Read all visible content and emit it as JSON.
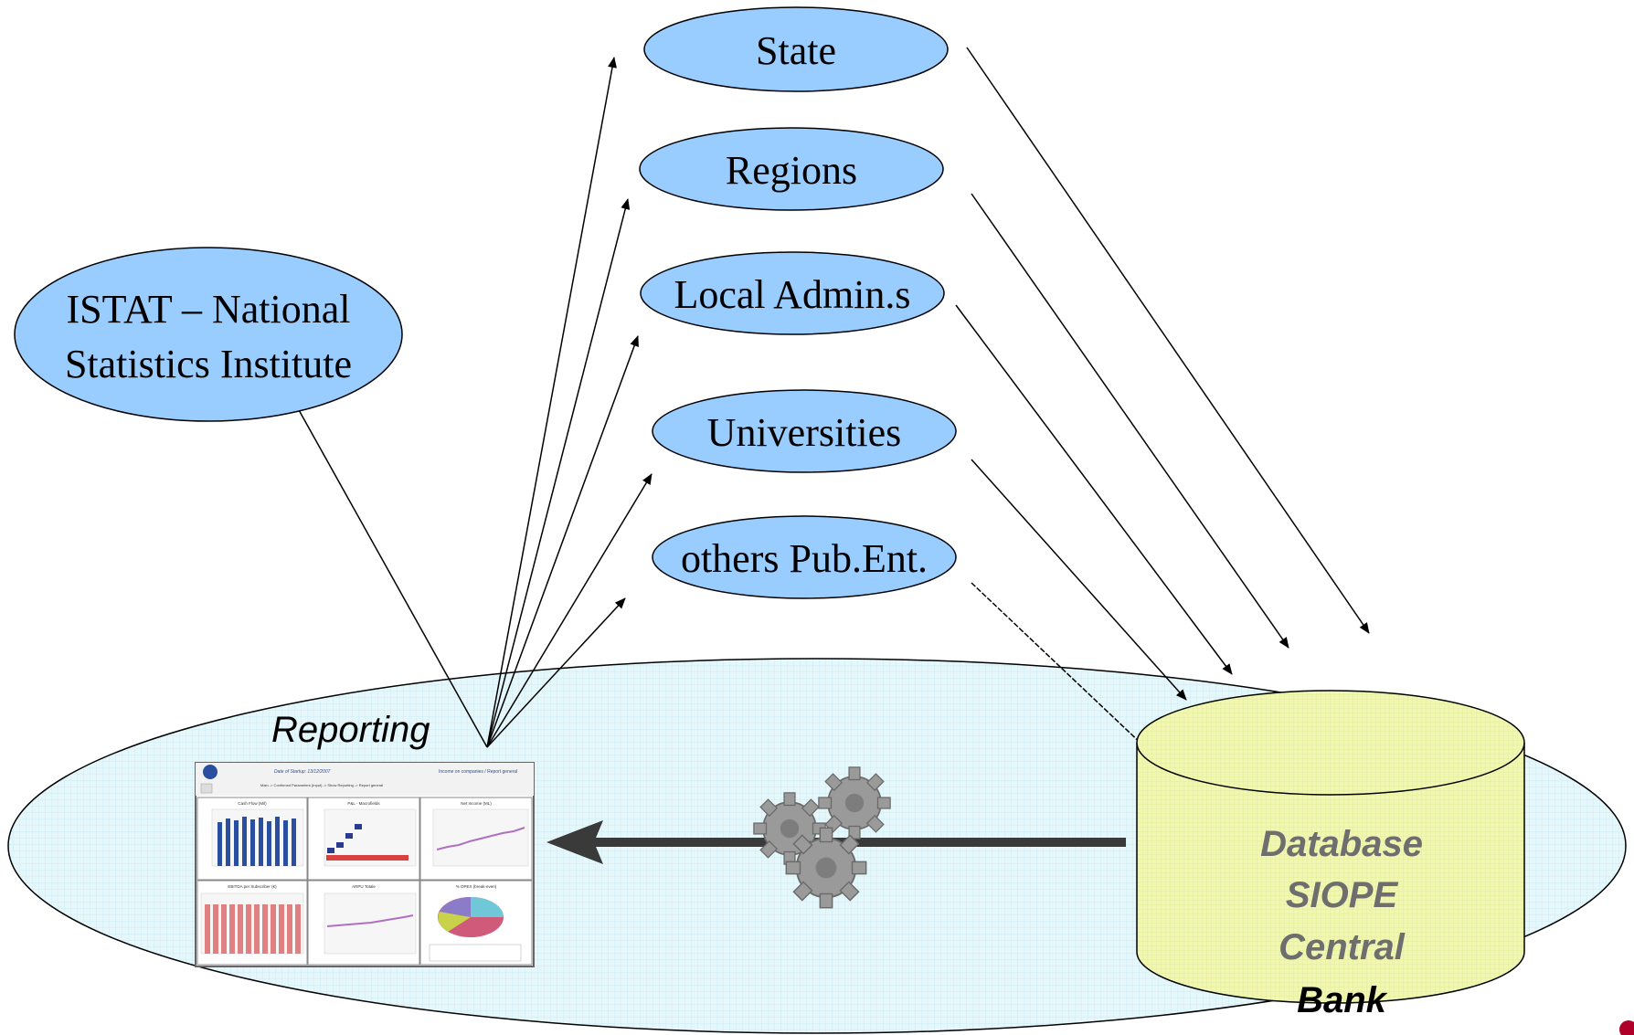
{
  "colors": {
    "node_fill": "#99ccff",
    "platform_fill": "#e6f7fb",
    "database_fill": "#f1f7b3",
    "database_text": "#6e6e6e",
    "gear": "#9a9a9a",
    "flow_arrow": "#3a3a3a",
    "corner_mark": "#b0002a"
  },
  "nodes": {
    "state": "State",
    "regions": "Regions",
    "local_admins": "Local Admin.s",
    "universities": "Universities",
    "others": "others Pub.Ent.",
    "istat_line1": "ISTAT – National",
    "istat_line2": "Statistics Institute"
  },
  "reporting": {
    "label": "Reporting",
    "thumbnail": {
      "header_left": "Date of Startup: 13/12/2007",
      "header_right": "Income on companies / Report general",
      "subheader": "Main -> Confirmed Parameters (Input) -> Show Reporting -> Report general",
      "panels": [
        "Cash Flow (Mil)",
        "P&L - Macrofields",
        "Net Income (ML)",
        "EBITDA per Subscriber (€)",
        "ARPU Totale",
        "% OPEX (break-even)"
      ]
    }
  },
  "database": {
    "line1": "Database",
    "line2": "SIOPE",
    "line3": "Central",
    "line4": "Bank"
  },
  "icons": {
    "gears": "gears-icon",
    "flow_arrow": "left-arrow-icon"
  }
}
